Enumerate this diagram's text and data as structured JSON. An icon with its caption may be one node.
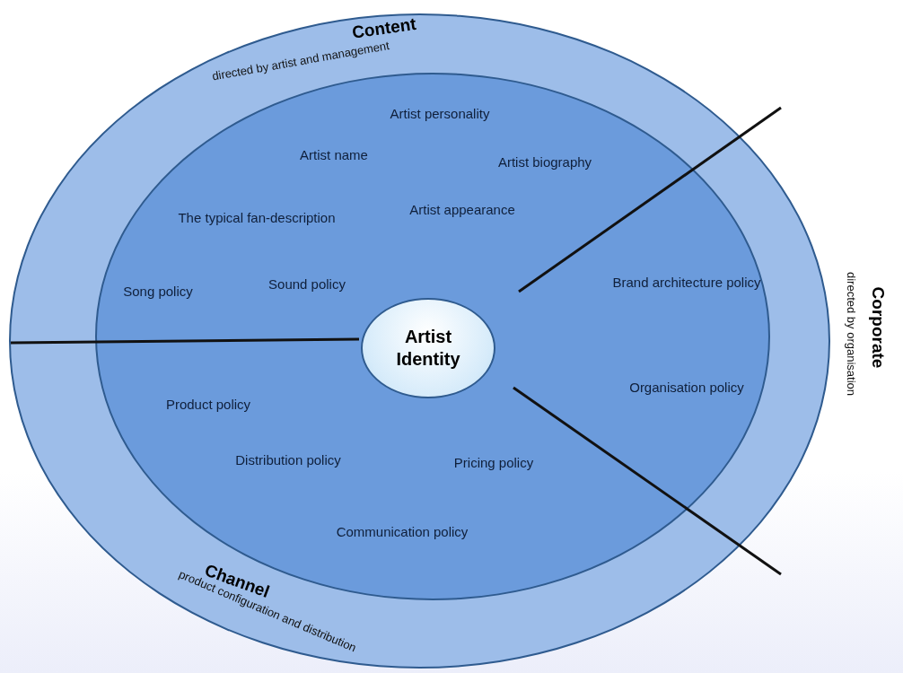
{
  "diagram": {
    "nodes": [
      {
        "text": [],
        "shape": "circle"
      },
      {
        "text": [],
        "shape": "circle",
        "in": 0
      },
      {
        "text": [
          "Artist Identity"
        ],
        "in": 1
      }
    ],
    "labels": [
      "Content",
      "directed by artist and management",
      "Artist personality",
      "Artist name",
      "Artist biography",
      "The typical fan-description",
      "Artist appearance",
      "Song policy",
      "Sound policy",
      "Brand architecture policy",
      "Corporate",
      "directed by organisation",
      "Organisation policy",
      "Product policy",
      "Distribution policy",
      "Pricing policy",
      "Communication policy",
      "Channel",
      "product configuration and distribution"
    ]
  }
}
